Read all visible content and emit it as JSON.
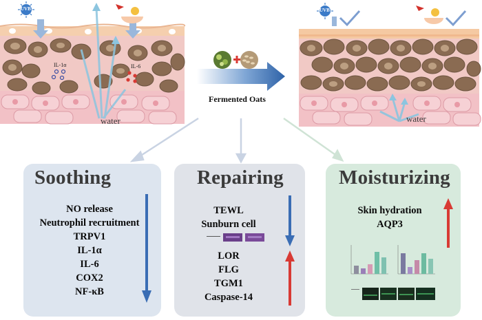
{
  "top": {
    "left_skin": {
      "uvb_label": "UVB",
      "cytokine_1": "IL-1α",
      "cytokine_2": "IL-6",
      "water_label": "water"
    },
    "center": {
      "label": "Fermented Oats"
    },
    "right_skin": {
      "uvb_label": "UVB",
      "water_label": "water"
    }
  },
  "panels": {
    "soothing": {
      "title": "Soothing",
      "items": [
        "NO release",
        "Neutrophil recruitment",
        "TRPV1",
        "IL-1α",
        "IL-6",
        "COX2",
        "NF-κB"
      ]
    },
    "repairing": {
      "title": "Repairing",
      "down_items": [
        "TEWL",
        "Sunburn cell"
      ],
      "up_items": [
        "LOR",
        "FLG",
        "TGM1",
        "Caspase-14"
      ]
    },
    "moisturizing": {
      "title": "Moisturizing",
      "items": [
        "Skin hydration",
        "AQP3"
      ]
    }
  },
  "colors": {
    "soothing_bg": "#dfe6ef",
    "repairing_bg": "#e1e4ea",
    "moisturizing_bg": "#d8ebde",
    "down_arrow": "#3a6db4",
    "up_arrow": "#d83a34",
    "skin_cell": "#8b6d52",
    "stratum_corneum": "#f3c9a8",
    "basal_layer": "#efb8bf"
  }
}
